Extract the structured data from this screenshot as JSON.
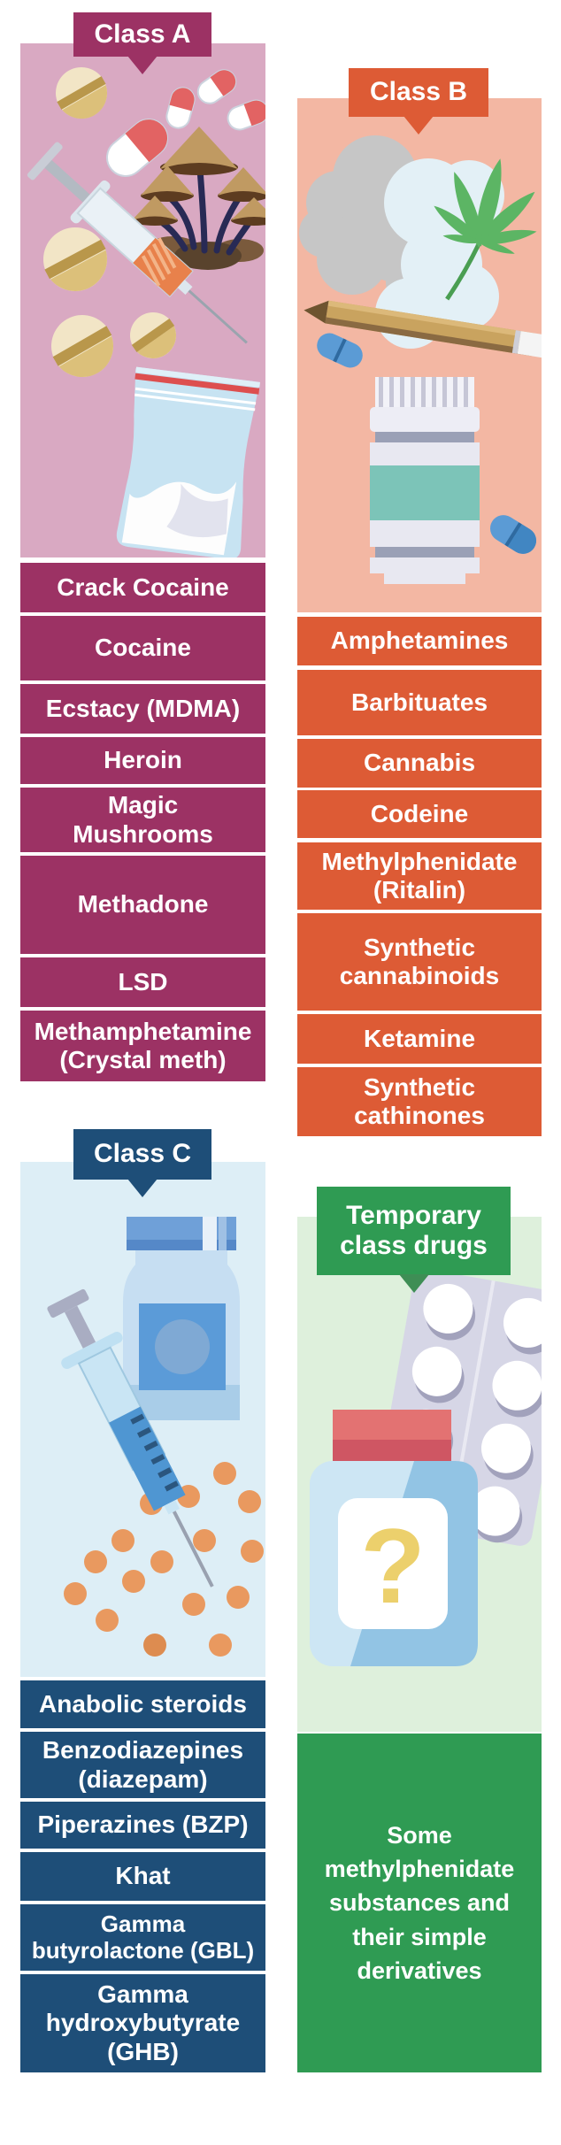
{
  "palette": {
    "class_a_accent": "#9c3264",
    "class_a_panel": "#d9a9c2",
    "class_b_accent": "#dd5b35",
    "class_b_panel": "#f3b7a3",
    "class_c_accent": "#1e4e78",
    "class_c_panel": "#ddeef6",
    "temporary_accent": "#2f9b53",
    "temporary_pointer": "#3e8e55",
    "temporary_panel": "#def0dc",
    "label_text": "#ffffff"
  },
  "class_a": {
    "title": "Class A",
    "items": [
      "Crack Cocaine",
      "Cocaine",
      "Ecstacy (MDMA)",
      "Heroin",
      "Magic Mushrooms",
      "Methadone",
      "LSD",
      "Methamphetamine (Crystal meth)"
    ],
    "illustration_icons": [
      "tablet-icon",
      "capsule-icon",
      "magic-mushrooms-icon",
      "syringe-icon",
      "powder-baggie-icon"
    ]
  },
  "class_b": {
    "title": "Class B",
    "items": [
      "Amphetamines",
      "Barbituates",
      "Cannabis",
      "Codeine",
      "Methylphenidate (Ritalin)",
      "Synthetic cannabinoids",
      "Ketamine",
      "Synthetic cathinones"
    ],
    "illustration_icons": [
      "smoke-icon",
      "cannabis-leaf-icon",
      "joint-icon",
      "capsule-icon",
      "pill-bottle-icon",
      "pill-icon"
    ]
  },
  "class_c": {
    "title": "Class C",
    "items": [
      "Anabolic steroids",
      "Benzodiazepines (diazepam)",
      "Piperazines (BZP)",
      "Khat",
      "Gamma butyrolactone (GBL)",
      "Gamma hydroxybutyrate (GHB)"
    ],
    "illustration_icons": [
      "syringe-icon",
      "pill-bottle-icon",
      "orange-pills-icon"
    ]
  },
  "temporary": {
    "title": "Temporary class drugs",
    "note": "Some methylphenidate substances and their simple derivatives",
    "bottle_symbol": "?",
    "illustration_icons": [
      "blister-pack-icon",
      "question-mark-bottle-icon"
    ]
  }
}
